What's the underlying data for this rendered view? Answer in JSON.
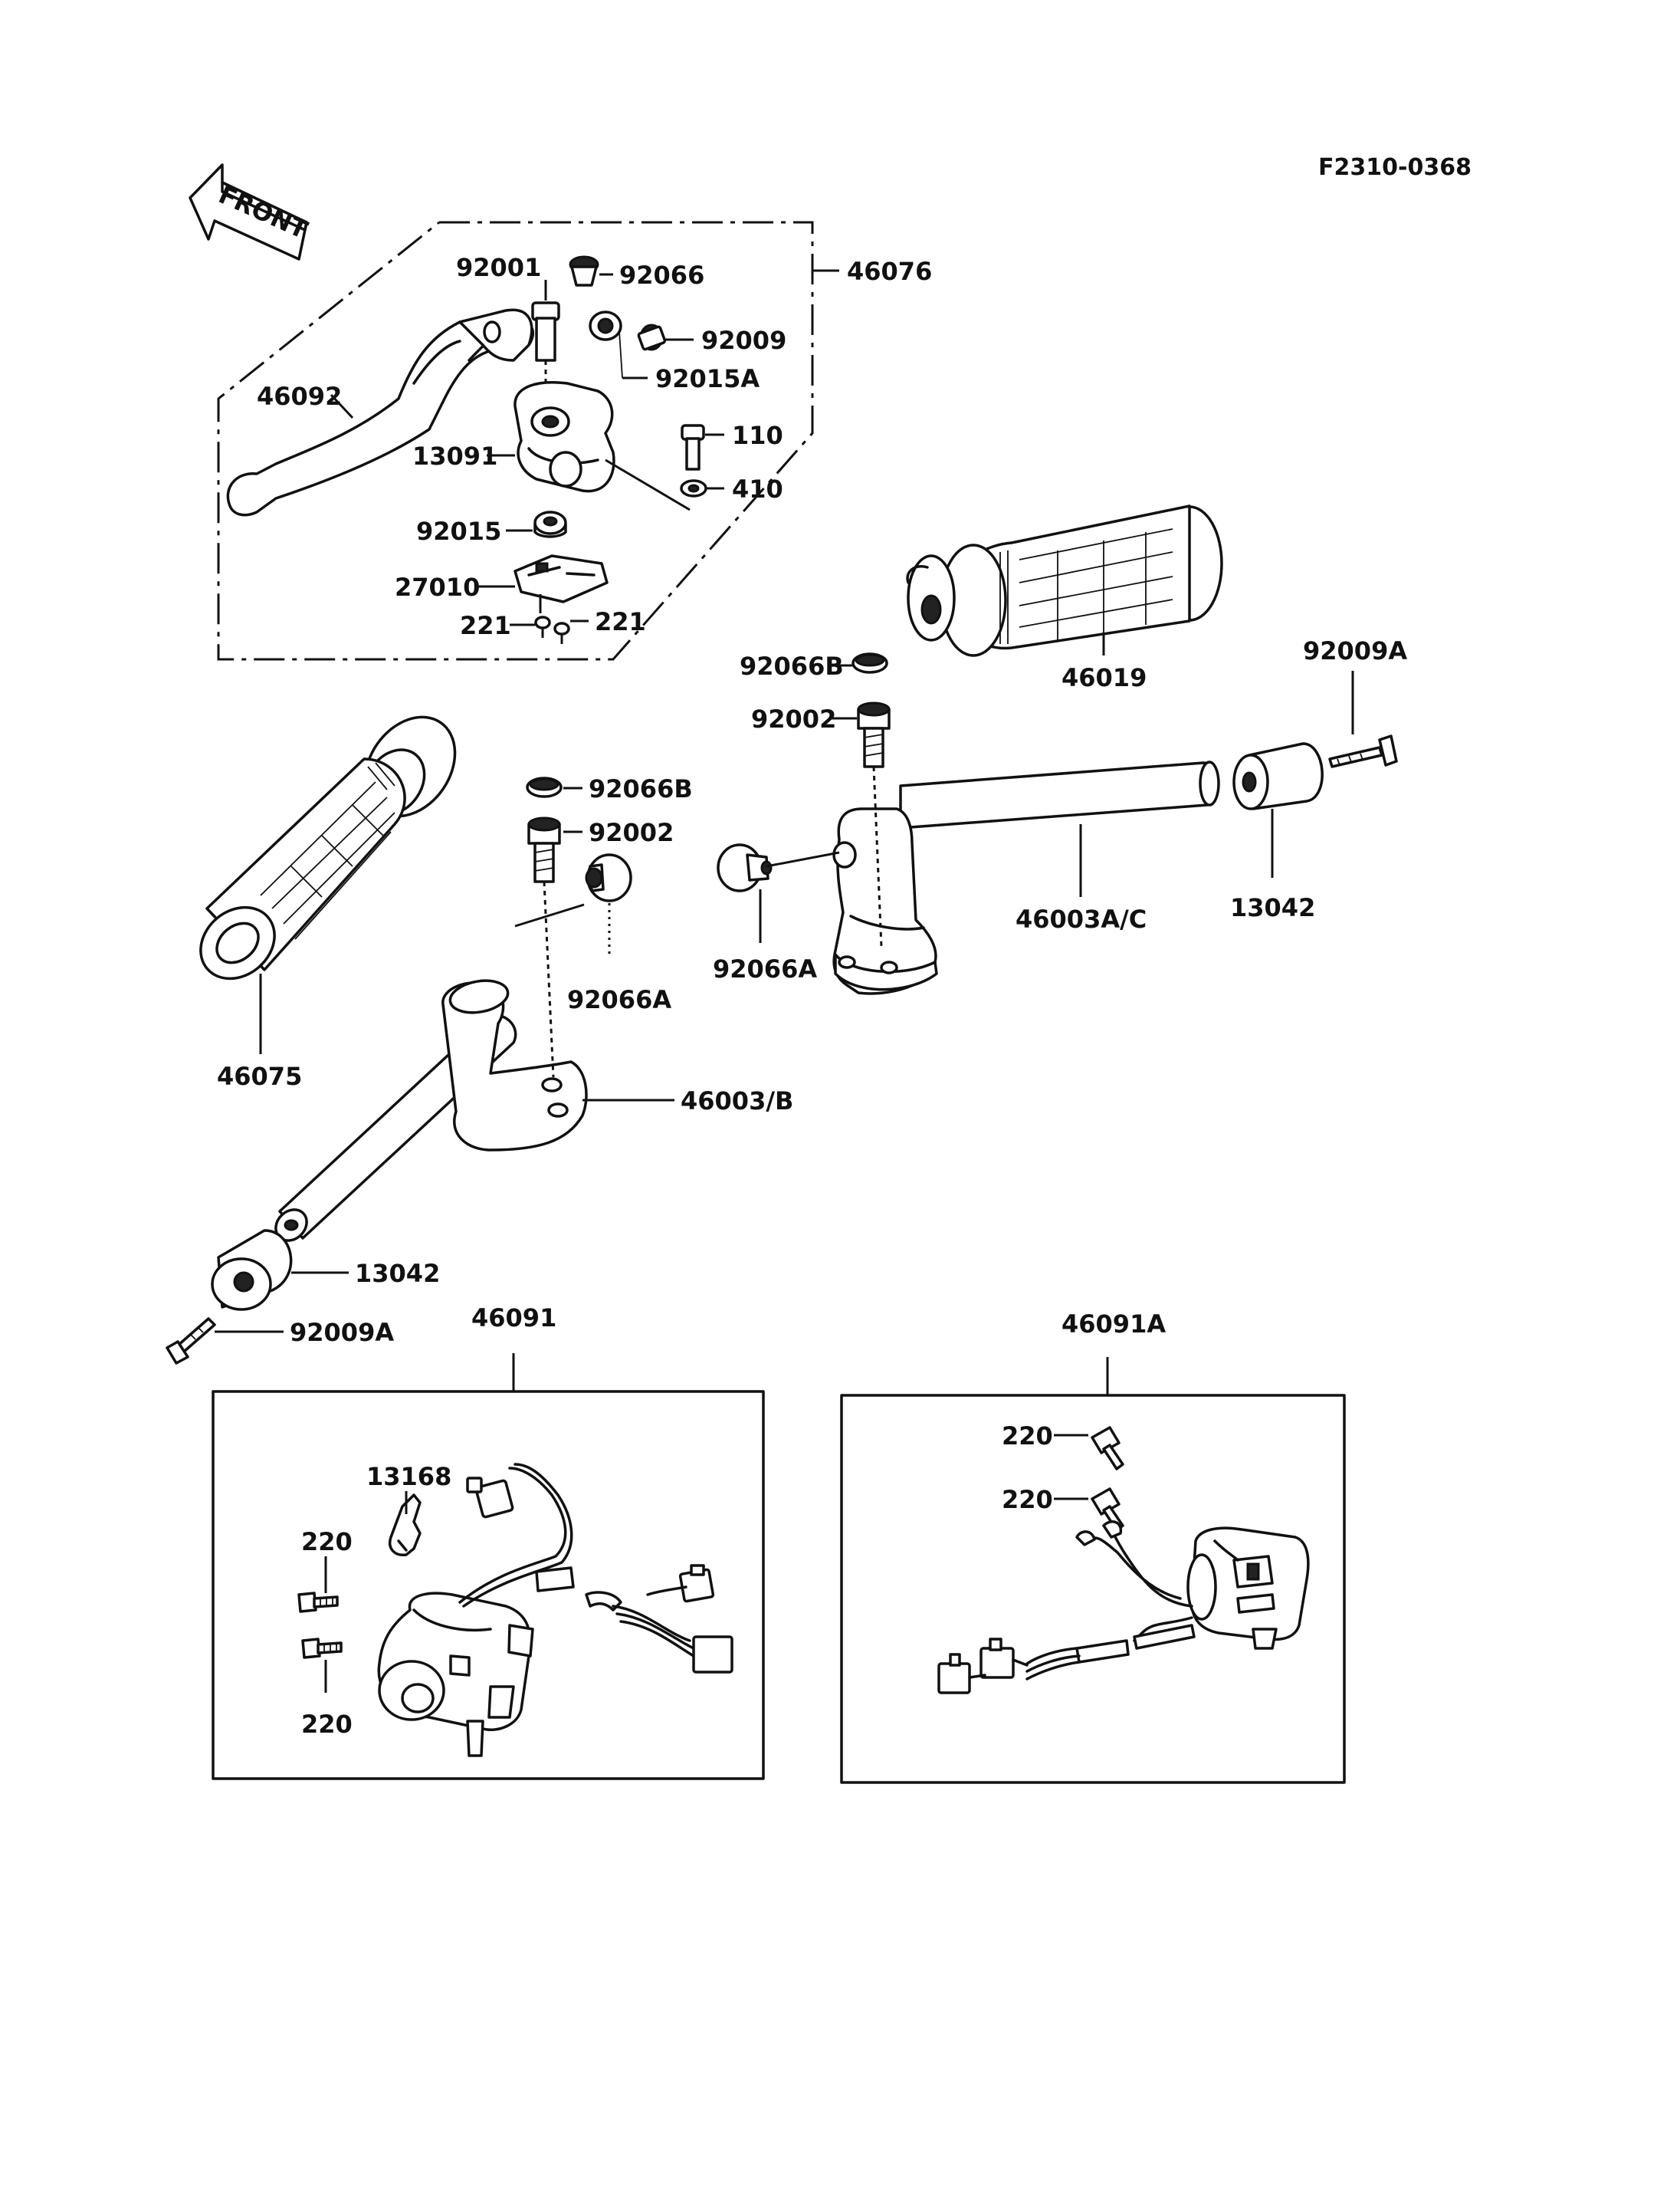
{
  "diagram": {
    "code": "F2310-0368",
    "front_label": "FRONT",
    "callouts": {
      "c46076": "46076",
      "c46092": "46092",
      "c92001": "92001",
      "c92066": "92066",
      "c92009": "92009",
      "c92015A": "92015A",
      "c110": "110",
      "c410": "410",
      "c13091": "13091",
      "c92015": "92015",
      "c27010": "27010",
      "c221a": "221",
      "c221b": "221",
      "c46019": "46019",
      "c92066B_r": "92066B",
      "c92002_r": "92002",
      "c92009A_r": "92009A",
      "c13042_r": "13042",
      "c46003AC": "46003A/C",
      "c92066A_r": "92066A",
      "c92066B_l": "92066B",
      "c92002_l": "92002",
      "c92066A_l": "92066A",
      "c46075": "46075",
      "c46003B": "46003/B",
      "c13042_l": "13042",
      "c92009A_l": "92009A",
      "c46091": "46091",
      "c13168": "13168",
      "c220_a": "220",
      "c220_b": "220",
      "c46091A": "46091A",
      "c220_c": "220",
      "c220_d": "220"
    }
  }
}
